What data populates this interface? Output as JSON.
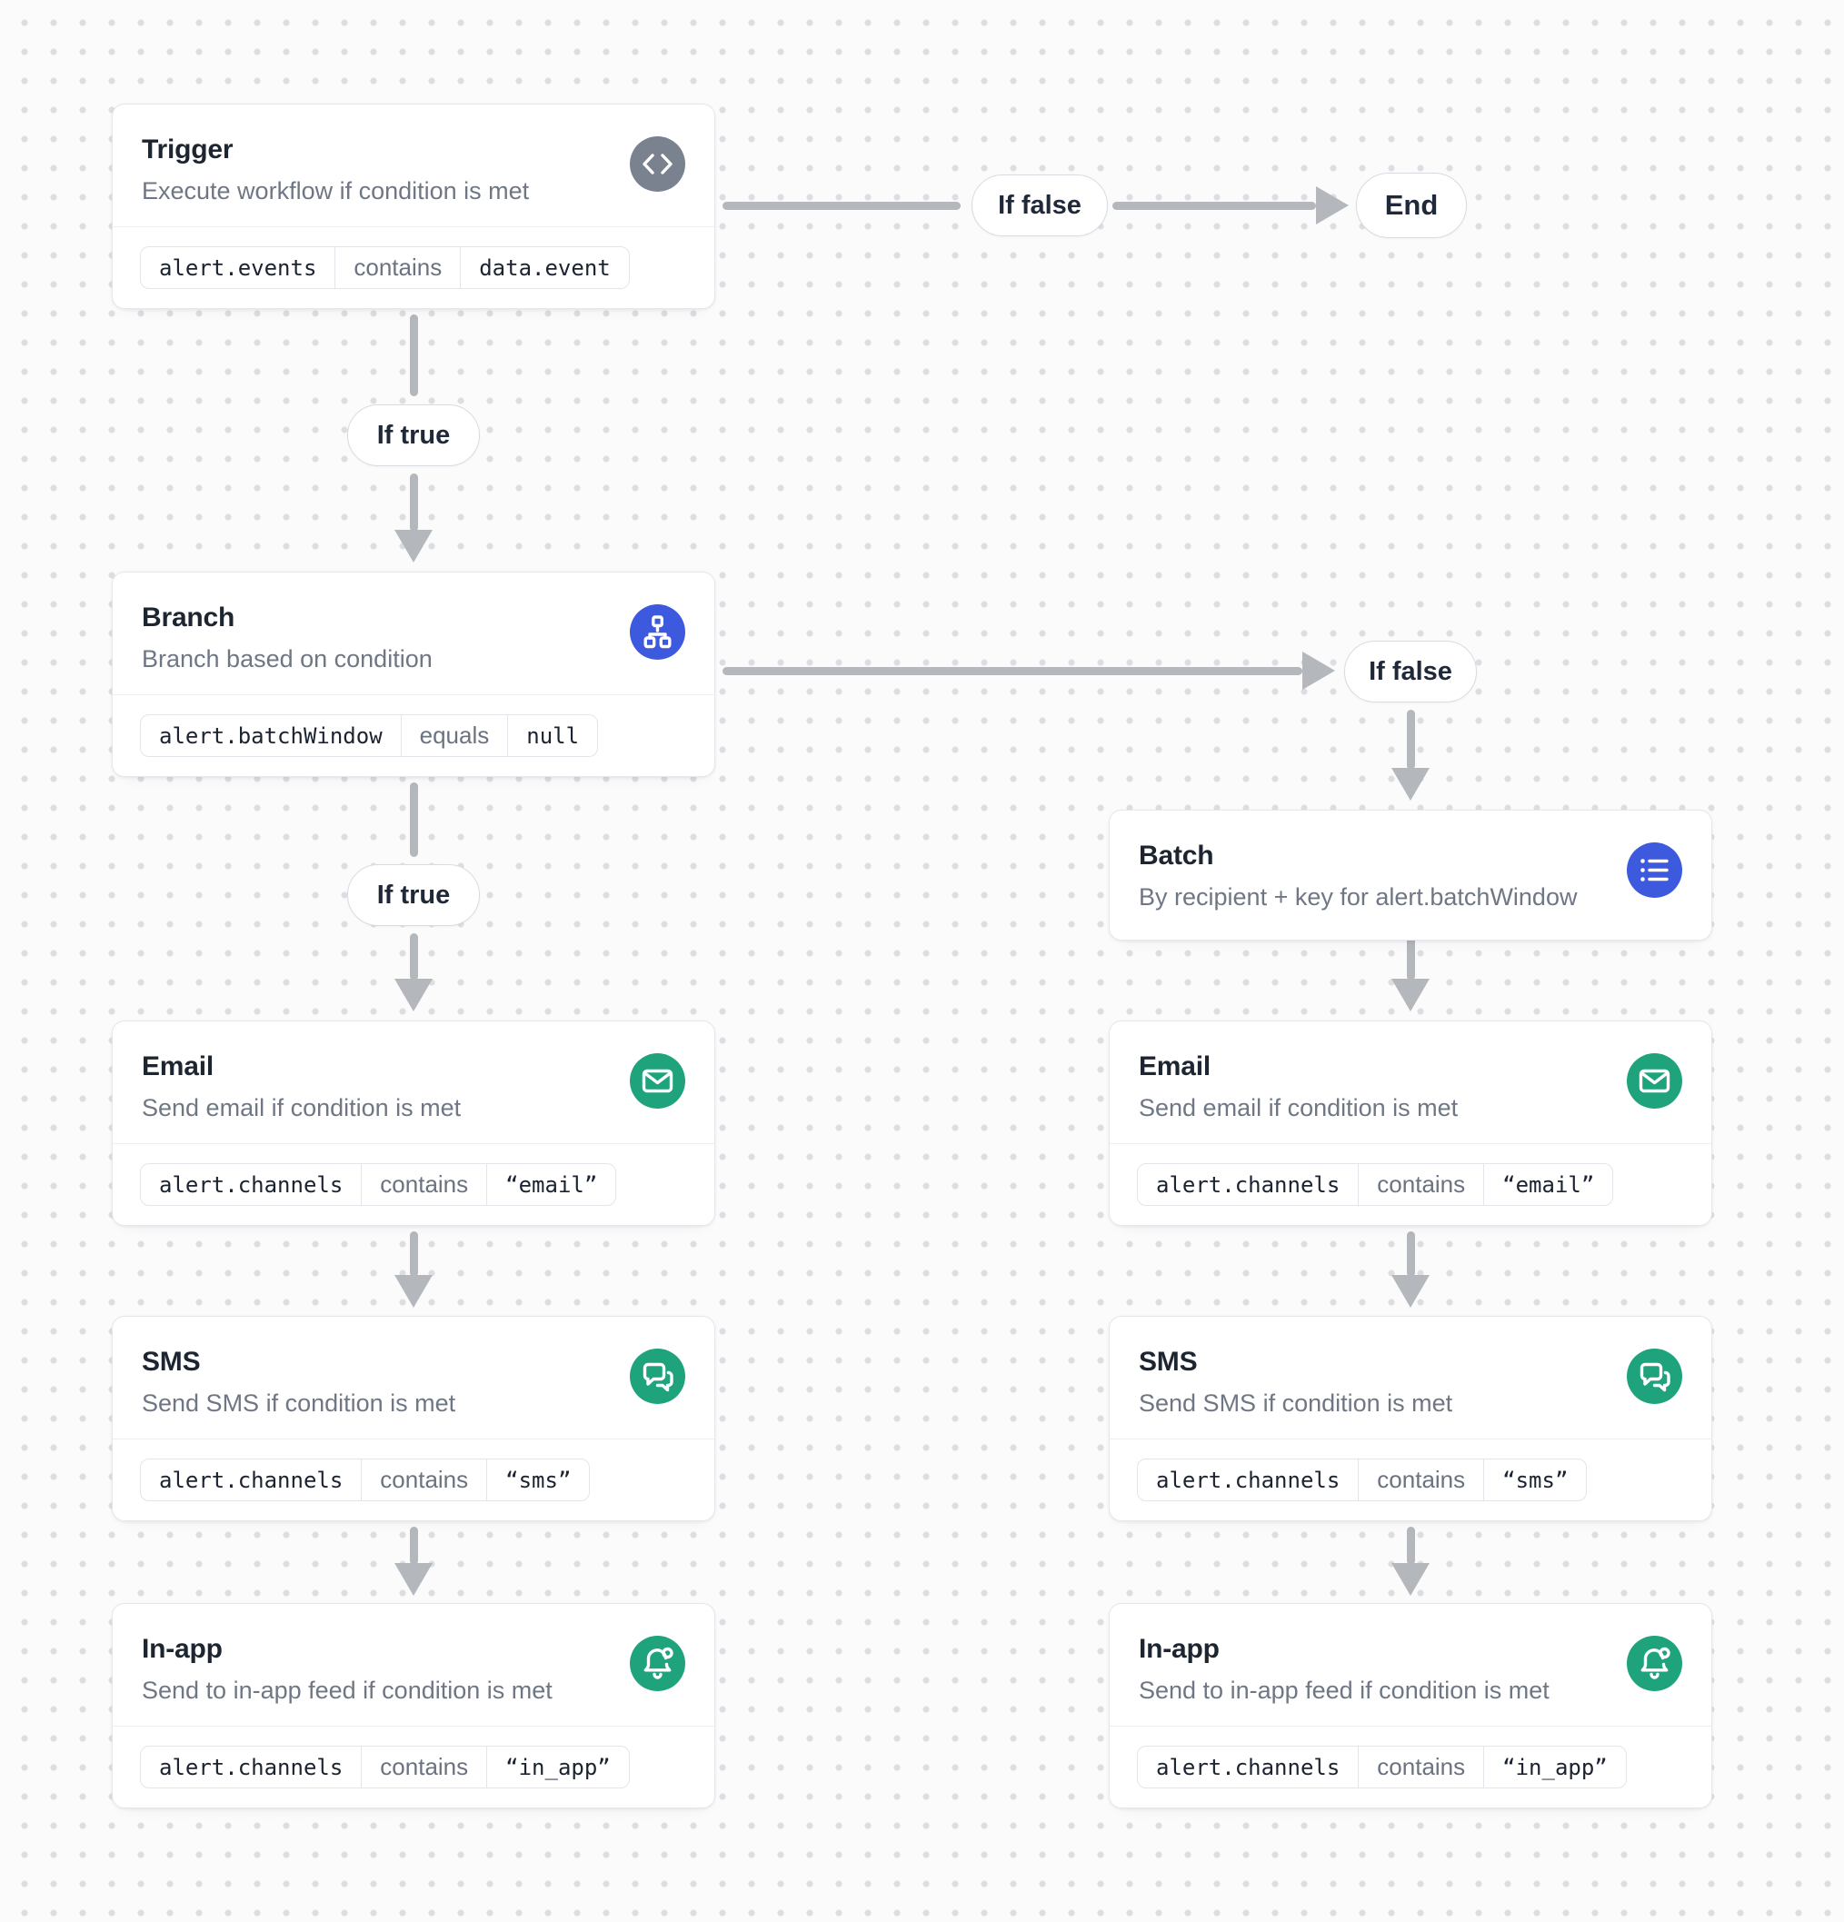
{
  "colors": {
    "canvas_bg": "#FBFBFC",
    "dot": "#DCDEE2",
    "edge": "#B4B7BB",
    "gray": "#7A8290",
    "blue": "#3D5ADF",
    "green": "#1FA37C"
  },
  "edge_labels": {
    "if_true": "If true",
    "if_false": "If false"
  },
  "end_node": {
    "label": "End"
  },
  "nodes": {
    "trigger": {
      "title": "Trigger",
      "subtitle": "Execute workflow if condition is met",
      "icon": "code-icon",
      "condition": {
        "field": "alert.events",
        "operator": "contains",
        "value": "data.event"
      }
    },
    "branch": {
      "title": "Branch",
      "subtitle": "Branch based on condition",
      "icon": "sitemap-icon",
      "condition": {
        "field": "alert.batchWindow",
        "operator": "equals",
        "value": "null"
      }
    },
    "batch": {
      "title": "Batch",
      "subtitle": "By recipient + key for alert.batchWindow",
      "icon": "list-icon"
    },
    "email": {
      "title": "Email",
      "subtitle": "Send email if condition is met",
      "icon": "envelope-icon",
      "condition": {
        "field": "alert.channels",
        "operator": "contains",
        "value": "“email”"
      }
    },
    "sms": {
      "title": "SMS",
      "subtitle": "Send SMS if condition is met",
      "icon": "chat-icon",
      "condition": {
        "field": "alert.channels",
        "operator": "contains",
        "value": "“sms”"
      }
    },
    "inapp": {
      "title": "In-app",
      "subtitle": "Send to in-app feed if condition is met",
      "icon": "bell-icon",
      "condition": {
        "field": "alert.channels",
        "operator": "contains",
        "value": "“in_app”"
      }
    }
  }
}
